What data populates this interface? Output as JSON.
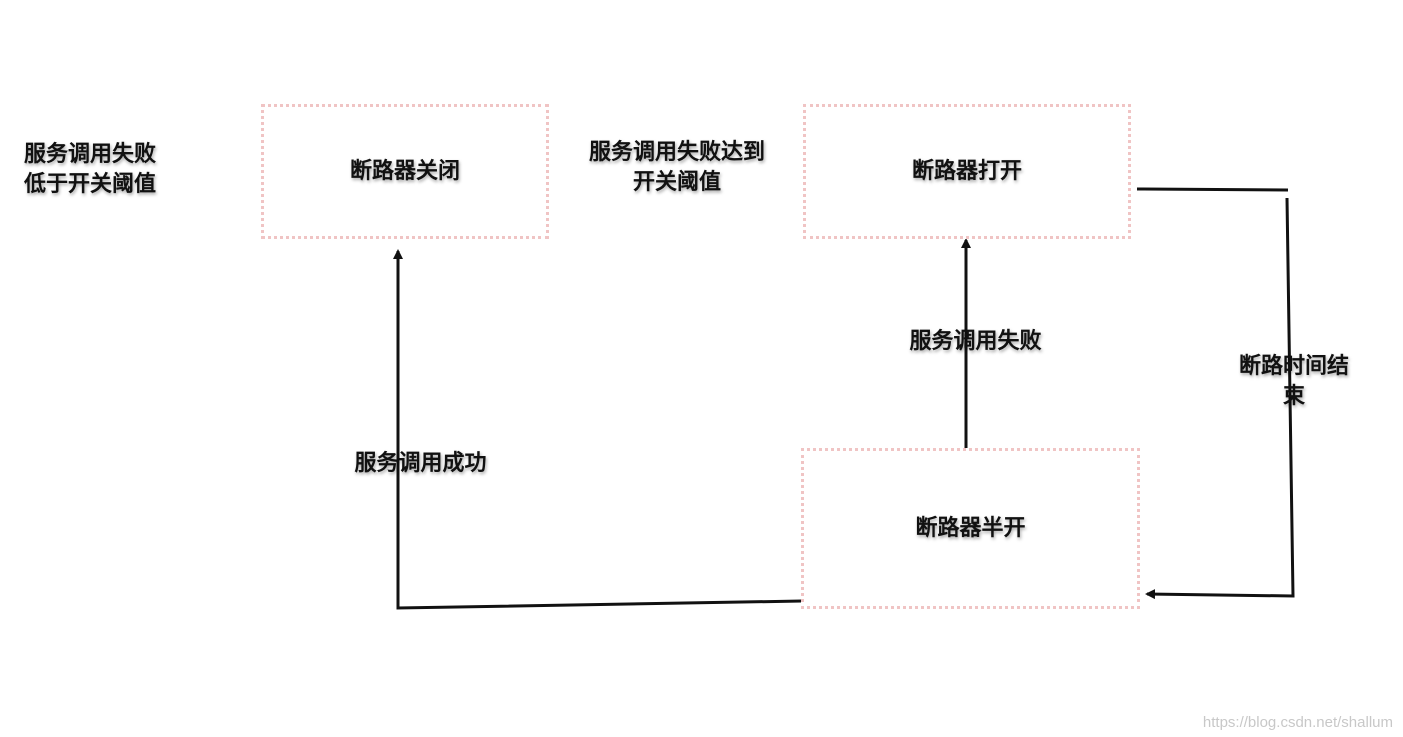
{
  "states": {
    "closed": "断路器关闭",
    "open": "断路器打开",
    "half_open": "断路器半开"
  },
  "transitions": {
    "closed_self": "服务调用失败\n低于开关阈值",
    "closed_to_open": "服务调用失败达到\n开关阈值",
    "open_to_half_open": "断路时间结\n束",
    "half_open_to_open": "服务调用失败",
    "half_open_to_closed": "服务调用成功"
  },
  "watermark": "https://blog.csdn.net/shallum",
  "colors": {
    "box_border": "#f0c4c4",
    "line": "#111111",
    "text": "#111111",
    "watermark": "#c8c8c8"
  }
}
